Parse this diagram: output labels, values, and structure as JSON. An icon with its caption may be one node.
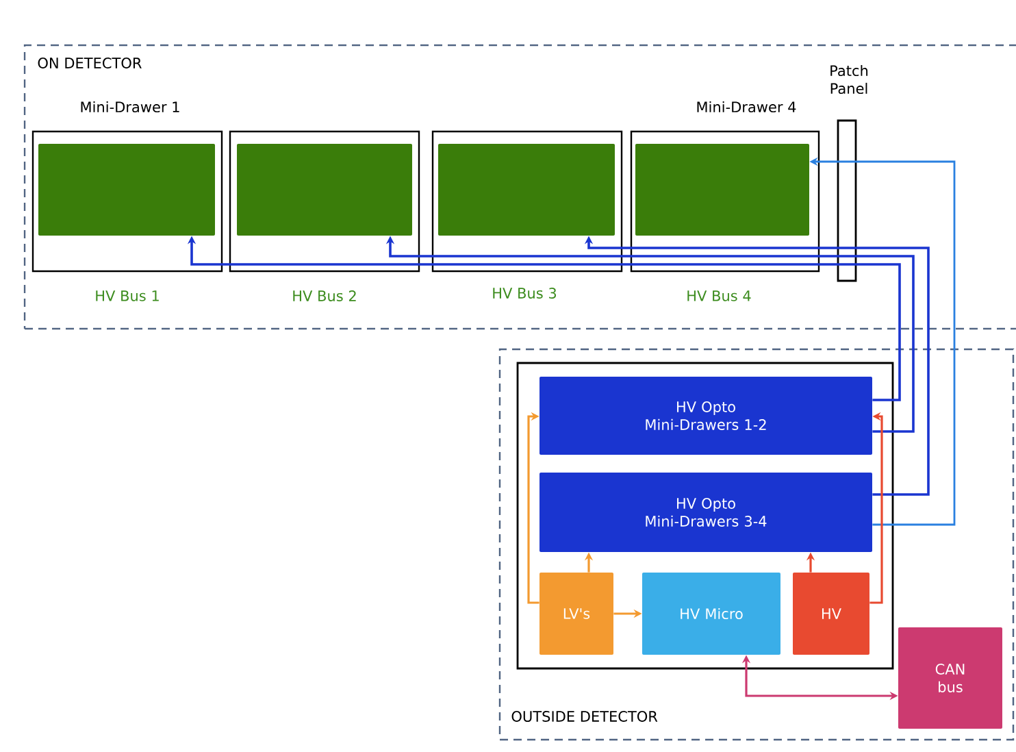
{
  "diagram": {
    "nodes": [
      {
        "text": [
          "ON DETECTOR"
        ]
      },
      {
        "text": [
          "Mini-Drawer 1",
          "HV Bus 1"
        ],
        "in": 0
      },
      {
        "text": [],
        "shape": "box",
        "in": 1
      },
      {
        "text": [
          "HV Bus 2"
        ],
        "in": 0
      },
      {
        "text": [],
        "shape": "box",
        "in": 3
      },
      {
        "text": [
          "HV Bus 3"
        ],
        "in": 0
      },
      {
        "text": [],
        "shape": "box",
        "in": 5
      },
      {
        "text": [
          "Mini-Drawer 4",
          "HV Bus 4"
        ],
        "in": 0
      },
      {
        "text": [],
        "shape": "box",
        "in": 7
      },
      {
        "text": [
          "Patch Panel"
        ],
        "in": 0
      },
      {
        "text": [
          "OUTSIDE DETECTOR"
        ]
      },
      {
        "text": [],
        "shape": "box",
        "in": 10
      },
      {
        "text": [
          "HV Opto Mini-Drawers 1-2"
        ],
        "in": 11
      },
      {
        "text": [
          "HV Opto Mini-Drawers 3-4"
        ],
        "in": 11
      },
      {
        "text": [
          "LV's"
        ],
        "in": 11
      },
      {
        "text": [
          "HV Micro"
        ],
        "in": 11
      },
      {
        "text": [
          "HV"
        ],
        "in": 11
      },
      {
        "text": [
          "CAN bus"
        ],
        "in": 10
      }
    ],
    "edges": [
      {
        "from": 12,
        "to": 2,
        "arrow": "to",
        "color": "#1a35d0"
      },
      {
        "from": 12,
        "to": 4,
        "arrow": "to",
        "color": "#1a35d0"
      },
      {
        "from": 13,
        "to": 6,
        "arrow": "to",
        "color": "#1a35d0"
      },
      {
        "from": 13,
        "to": 8,
        "arrow": "to",
        "color": "#2a80e0"
      },
      {
        "from": 14,
        "to": 12,
        "arrow": "to",
        "color": "#f39a30"
      },
      {
        "from": 14,
        "to": 13,
        "arrow": "to",
        "color": "#f39a30"
      },
      {
        "from": 14,
        "to": 15,
        "arrow": "to",
        "color": "#f39a30"
      },
      {
        "from": 16,
        "to": 13,
        "arrow": "to",
        "color": "#e84a30"
      },
      {
        "from": 16,
        "to": 12,
        "arrow": "to",
        "color": "#e84a30"
      },
      {
        "from": 15,
        "to": 17,
        "arrow": "both",
        "color": "#cc3a70"
      }
    ]
  }
}
